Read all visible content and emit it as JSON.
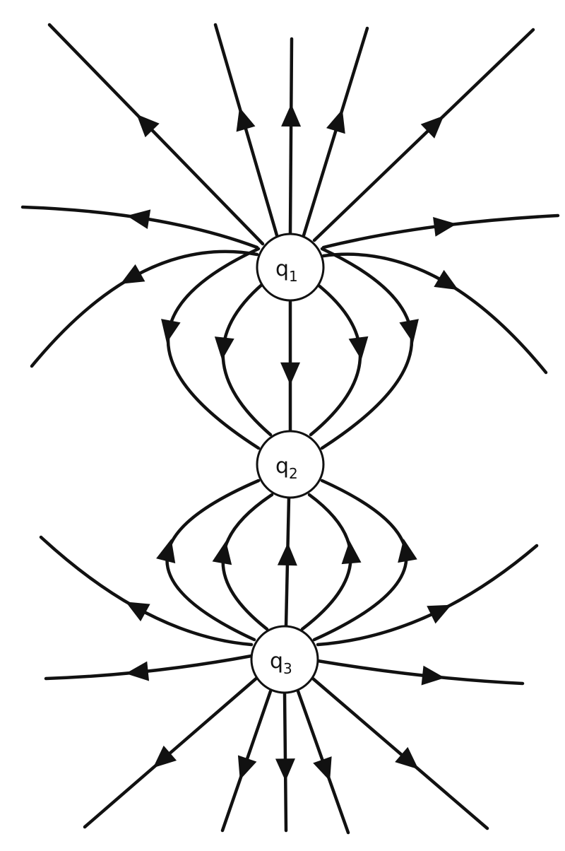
{
  "diagram": {
    "charges": [
      {
        "id": "q1",
        "label": "q",
        "subscript": "1"
      },
      {
        "id": "q2",
        "label": "q",
        "subscript": "2"
      },
      {
        "id": "q3",
        "label": "q",
        "subscript": "3"
      }
    ],
    "colors": {
      "line": "#111111",
      "charge_fill": "#ffffff",
      "background": "#ffffff"
    }
  }
}
